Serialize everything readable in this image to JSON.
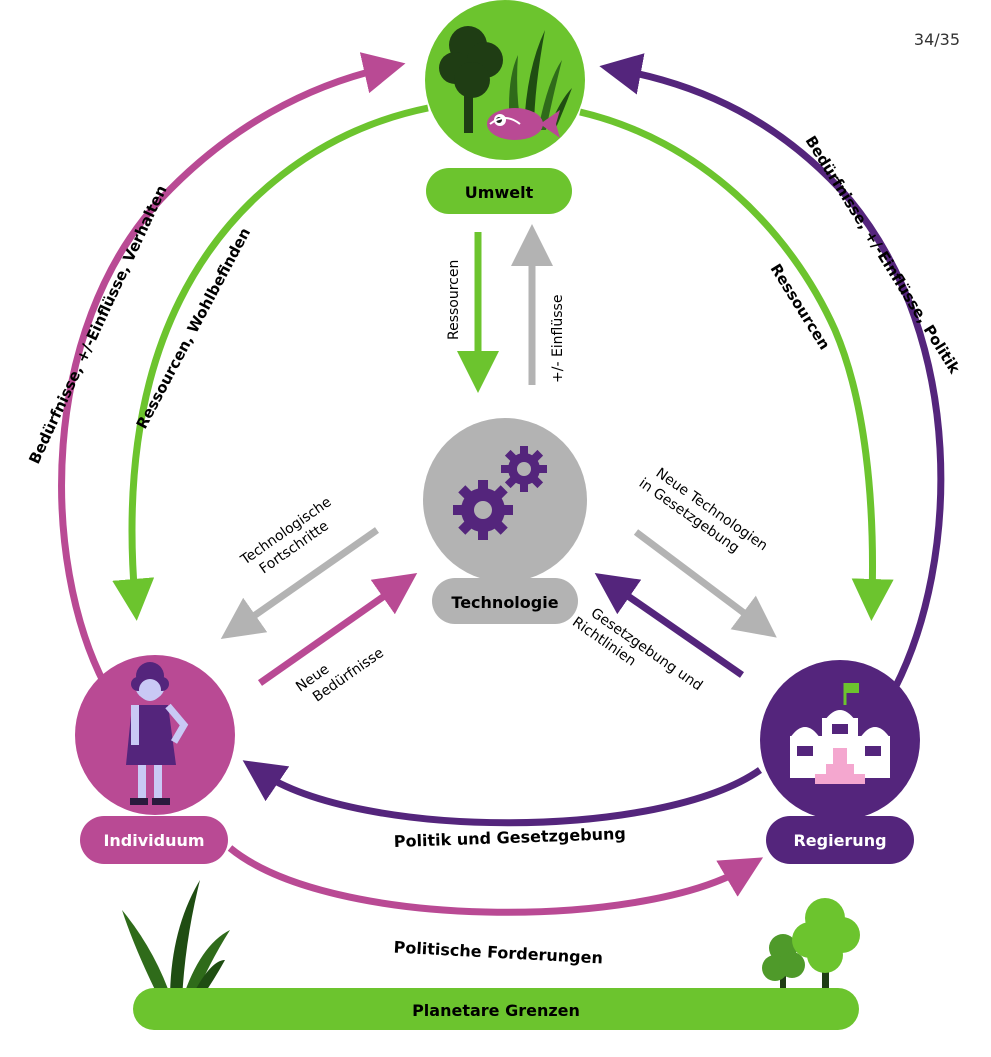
{
  "page_number": "34/35",
  "nodes": {
    "umwelt": "Umwelt",
    "technologie": "Technologie",
    "individuum": "Individuum",
    "regierung": "Regierung",
    "planetare_grenzen": "Planetare Grenzen"
  },
  "edges": {
    "left_outer": "Bedürfnisse, +/-Einflüsse, Verhalten",
    "left_inner": "Ressourcen, Wohlbefinden",
    "right_outer": "Bedürfnisse, +/-Einflüsse, Politik",
    "right_inner": "Ressourcen",
    "umwelt_to_tech": "Ressourcen",
    "tech_to_umwelt": "+/- Einflüsse",
    "tech_to_indiv_1": "Technologische",
    "tech_to_indiv_2": "Fortschritte",
    "indiv_to_tech_1": "Neue",
    "indiv_to_tech_2": "Bedürfnisse",
    "tech_to_reg_1": "Neue Technologien",
    "tech_to_reg_2": "in Gesetzgebung",
    "reg_to_tech_1": "Gesetzgebung und",
    "reg_to_tech_2": "Richtlinien",
    "reg_to_indiv": "Politik und Gesetzgebung",
    "indiv_to_reg": "Politische Forderungen"
  },
  "colors": {
    "green": "#6cc42e",
    "magenta": "#b94a94",
    "purple": "#54257c",
    "gray": "#b3b3b3",
    "pink": "#f4a7cf"
  }
}
